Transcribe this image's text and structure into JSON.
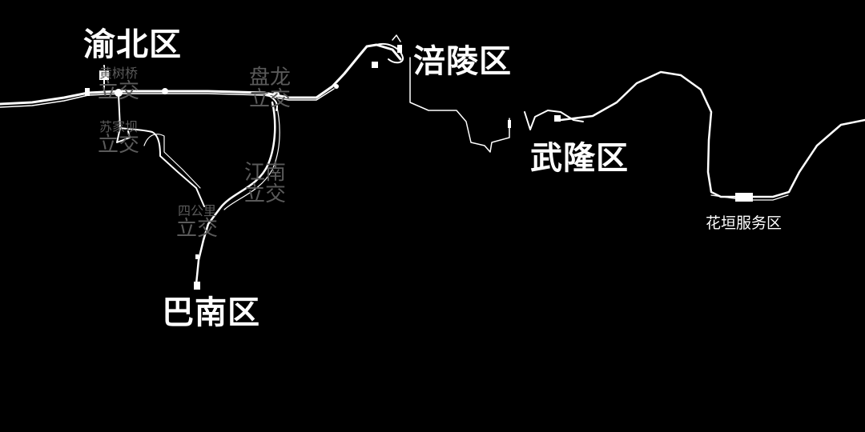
{
  "districts": {
    "yubei": "渝北区",
    "fuling": "涪陵区",
    "wulong": "武隆区",
    "banan": "巴南区"
  },
  "service_area": "花垣服务区",
  "interchanges": {
    "huangshuqiao": {
      "name": "黄树桥",
      "suffix": "立交"
    },
    "sujiaba": {
      "name": "苏家坝",
      "suffix": "立交"
    },
    "panlong": {
      "name": "盘龙",
      "suffix": "立交"
    },
    "jiangnan": {
      "name": "江南",
      "suffix": "立交"
    },
    "sigongli": {
      "name": "四公里",
      "suffix": "立交"
    }
  },
  "colors": {
    "background": "#000000",
    "road": "#ffffff",
    "district_label": "#ffffff",
    "interchange_label": "#5a5a5a"
  }
}
